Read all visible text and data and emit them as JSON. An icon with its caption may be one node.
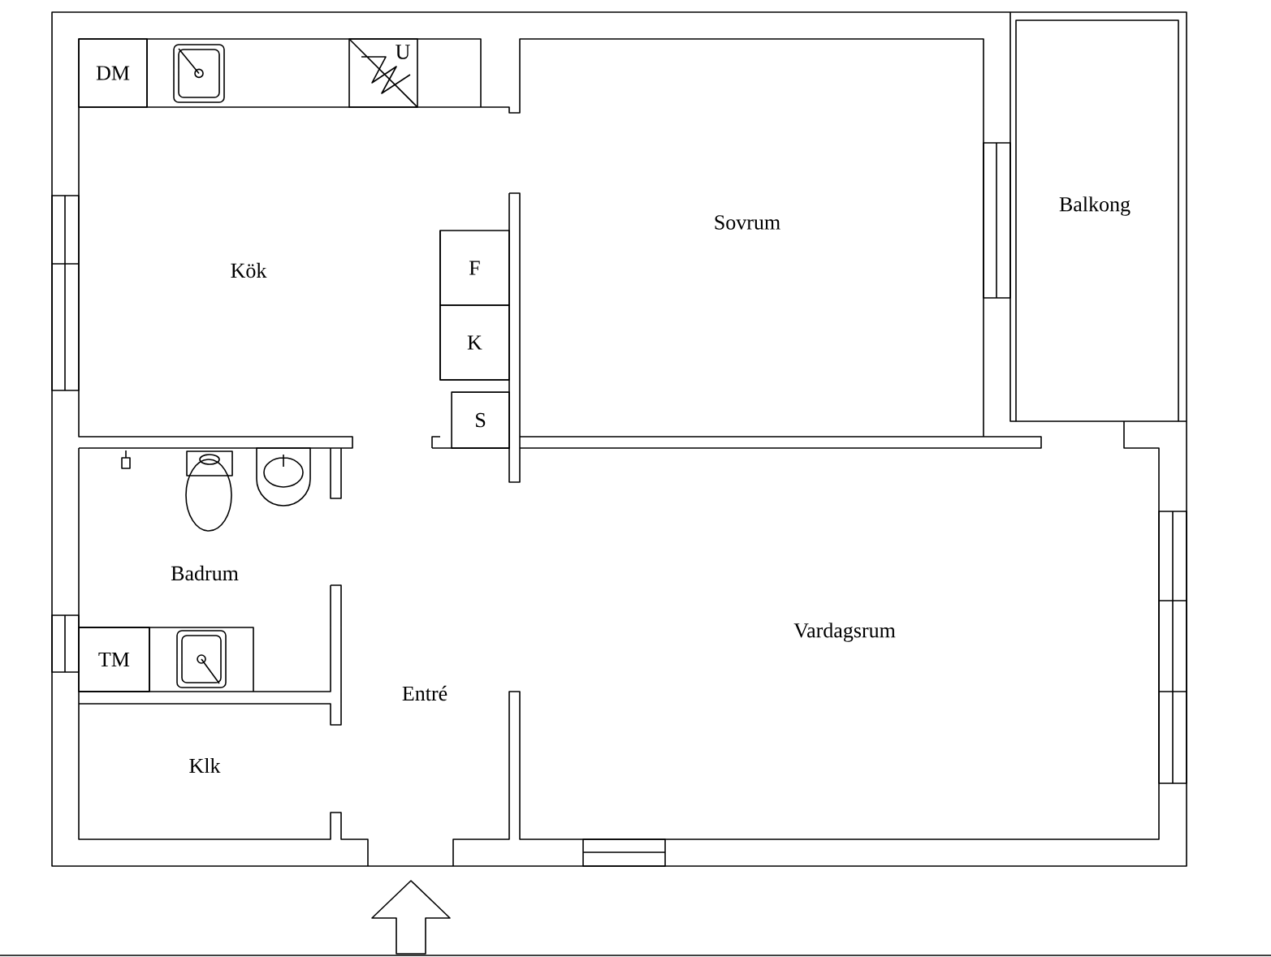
{
  "diagram": {
    "nodes": [
      {
        "text": [
          "DM"
        ]
      },
      {
        "text": [
          "U"
        ]
      },
      {
        "text": [
          "F"
        ]
      },
      {
        "text": [
          "K"
        ]
      },
      {
        "text": [
          "S"
        ]
      },
      {
        "text": [
          "TM"
        ]
      }
    ],
    "labels": [
      "Kök",
      "Sovrum",
      "Balkong",
      "Badrum",
      "Vardagsrum",
      "Entré",
      "Klk"
    ]
  }
}
